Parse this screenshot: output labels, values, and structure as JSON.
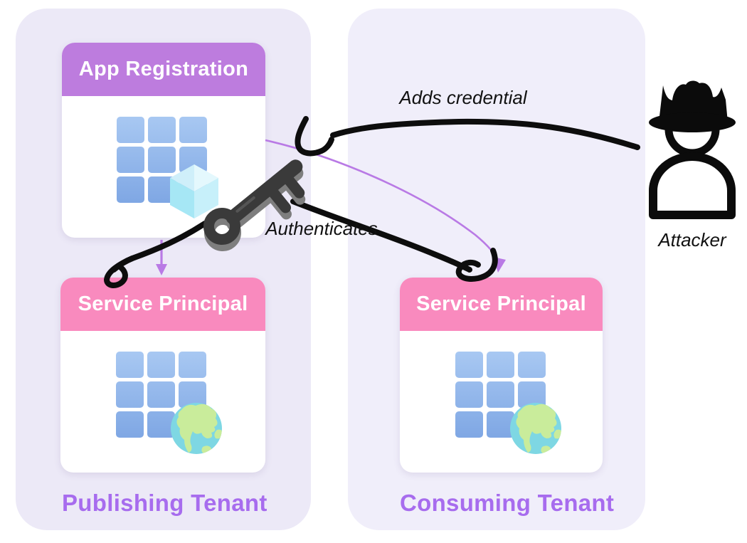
{
  "tenants": [
    {
      "id": "publishing",
      "label": "Publishing Tenant",
      "cards": [
        {
          "title": "App Registration",
          "icon": "grid-cube-icon"
        },
        {
          "title": "Service Principal",
          "icon": "grid-globe-icon"
        }
      ]
    },
    {
      "id": "consuming",
      "label": "Consuming Tenant",
      "cards": [
        {
          "title": "Service Principal",
          "icon": "grid-globe-icon"
        }
      ]
    }
  ],
  "labels": {
    "adds_credential": "Adds credential",
    "authenticates": "Authenticates",
    "attacker": "Attacker"
  },
  "icons": {
    "key": "key-icon",
    "attacker": "attacker-hat-person-icon",
    "app_grid": "app-grid-icon",
    "cube": "cube-icon",
    "globe": "globe-icon"
  },
  "colors": {
    "tenant_left_bg": "#ece9f7",
    "tenant_right_bg": "#f0eefa",
    "app_registration_header": "#bd7cde",
    "service_principal_header": "#f98abe",
    "card_bg": "#ffffff",
    "header_text": "#ffffff",
    "tenant_label": "#a76cee",
    "annotation_text": "#111111",
    "arrow_black": "#0d0d0d",
    "arrow_purple": "#b97ae5",
    "grid_blue_light": "#a8c8f2",
    "grid_blue_dark": "#7fa7e4",
    "cube_cyan_light": "#e4f8fd",
    "cube_cyan_mid": "#cfeffa",
    "cube_cyan_dark": "#a6e7f5",
    "globe_ocean": "#7ed7e3",
    "globe_land": "#c9ec9b",
    "key_dark": "#3a3a3a",
    "key_shadow": "#7e7e7e"
  }
}
